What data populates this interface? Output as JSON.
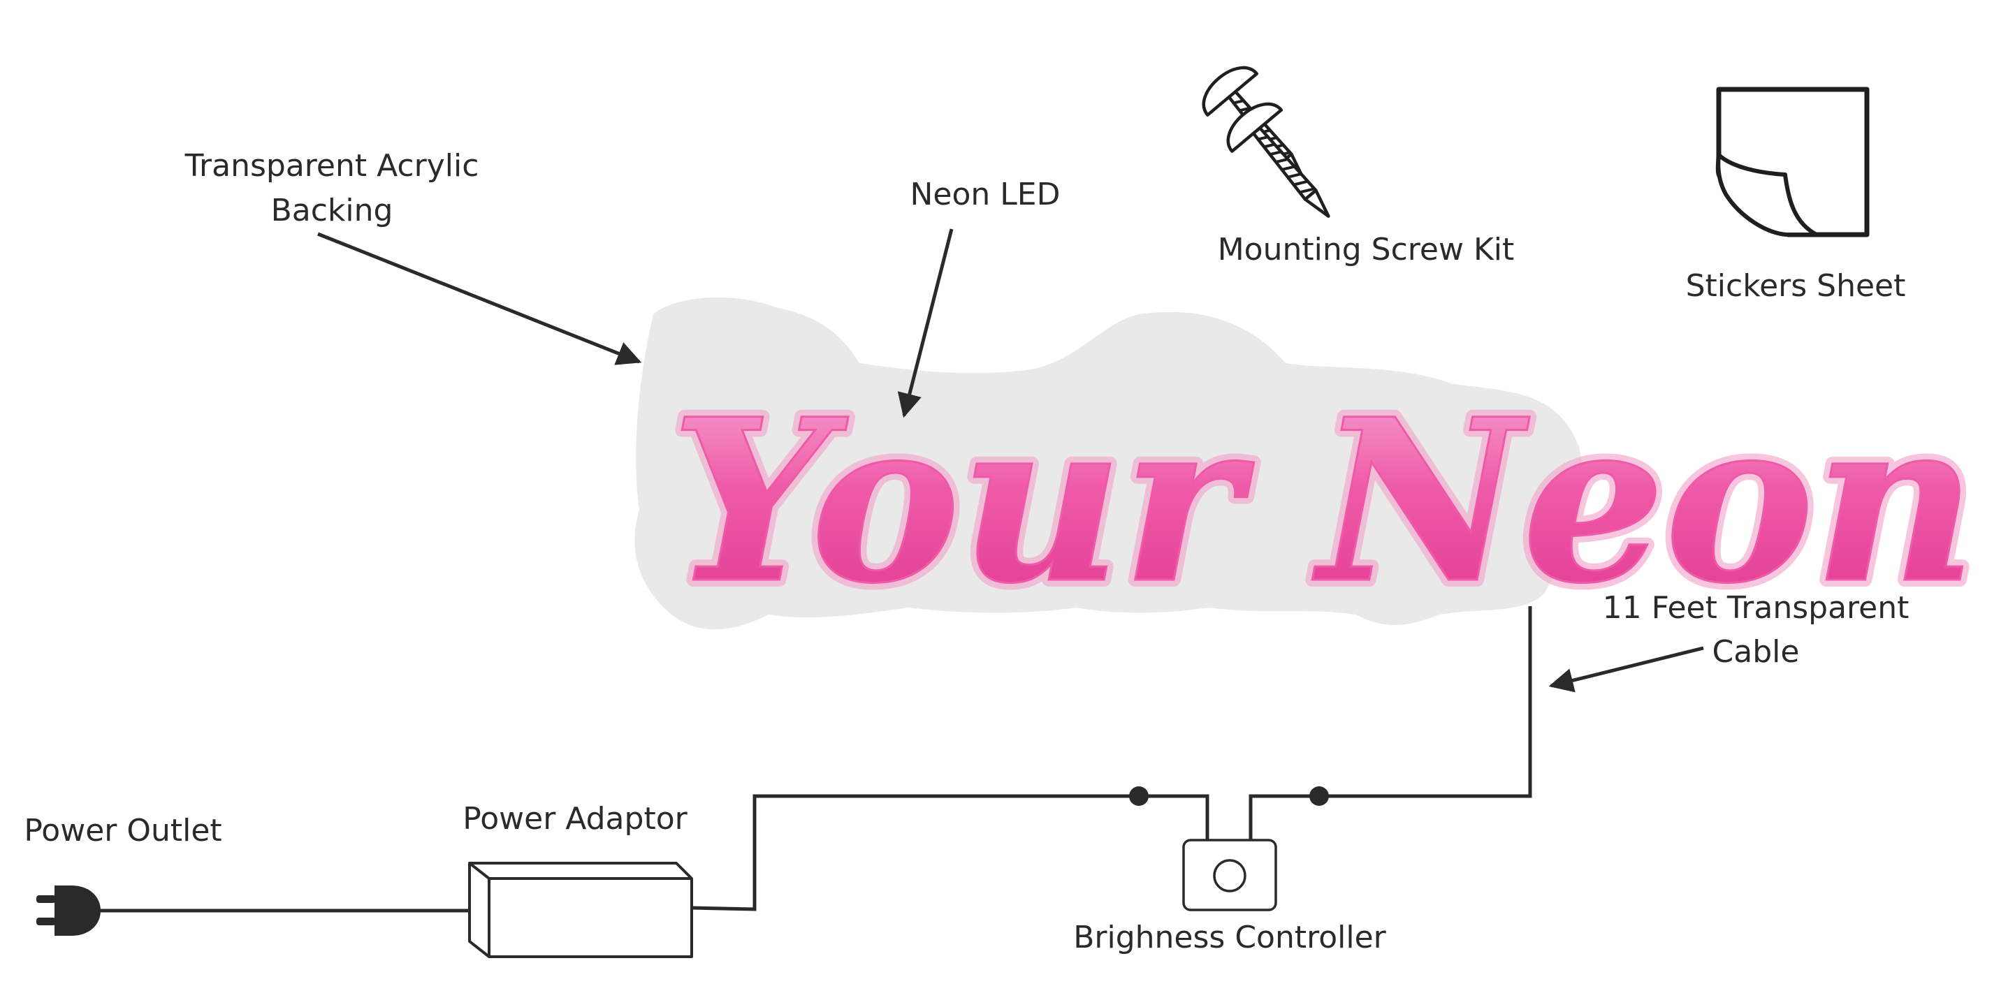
{
  "sign": {
    "text": "Your Neon",
    "neon_color": "#ef5aa8",
    "backing_color": "#e8e9e8"
  },
  "labels": {
    "acrylic_line1": "Transparent Acrylic",
    "acrylic_line2": "Backing",
    "neon_led": "Neon LED",
    "screw_kit": "Mounting Screw Kit",
    "stickers": "Stickers Sheet",
    "cable_line1": "11 Feet Transparent",
    "cable_line2": "Cable",
    "power_outlet": "Power Outlet",
    "power_adaptor": "Power Adaptor",
    "brightness_controller": "Brighness Controller"
  },
  "icons": [
    "plug-icon",
    "power-adaptor-icon",
    "brightness-controller-icon",
    "screw-icon",
    "sticker-sheet-icon"
  ]
}
